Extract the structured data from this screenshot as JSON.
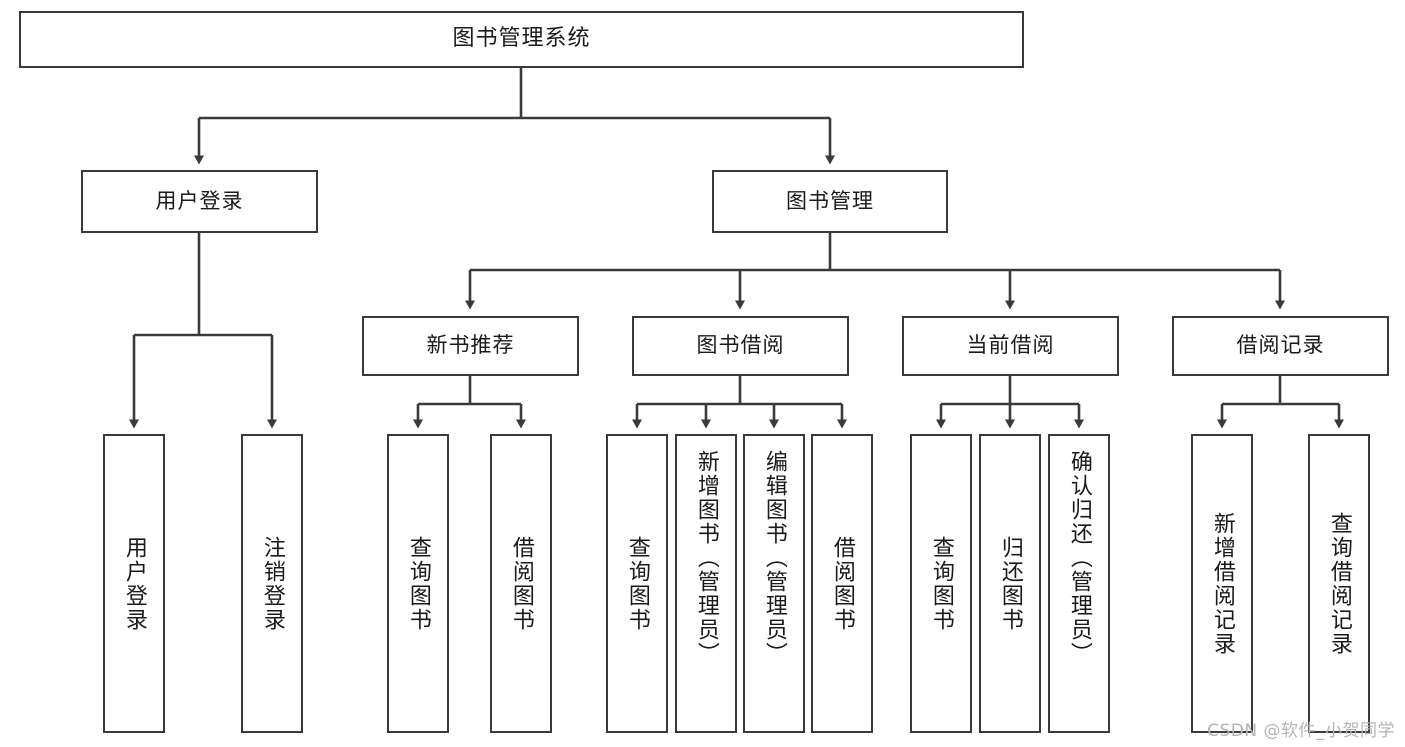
{
  "diagram": {
    "type": "tree-hierarchy-chart",
    "title": "图书管理系统",
    "orientation": "top-down",
    "line_color": "#3a3a3a",
    "box_fill": "#ffffff",
    "text_color": "#1a1a1a"
  },
  "root": {
    "label": "图书管理系统"
  },
  "level1": [
    {
      "label": "用户登录"
    },
    {
      "label": "图书管理"
    }
  ],
  "level2": [
    {
      "label": "新书推荐"
    },
    {
      "label": "图书借阅"
    },
    {
      "label": "当前借阅"
    },
    {
      "label": "借阅记录"
    }
  ],
  "leaves": {
    "user_login": [
      {
        "label": "用户登录"
      },
      {
        "label": "注销登录"
      }
    ],
    "new_book_recommend": [
      {
        "label": "查询图书"
      },
      {
        "label": "借阅图书"
      }
    ],
    "book_borrow": [
      {
        "label": "查询图书"
      },
      {
        "label": "新增图书（管理员）"
      },
      {
        "label": "编辑图书（管理员）"
      },
      {
        "label": "借阅图书"
      }
    ],
    "current_borrow": [
      {
        "label": "查询图书"
      },
      {
        "label": "归还图书"
      },
      {
        "label": "确认归还（管理员）"
      }
    ],
    "borrow_record": [
      {
        "label": "新增借阅记录"
      },
      {
        "label": "查询借阅记录"
      }
    ]
  },
  "watermark": {
    "text": "CSDN @软件_小贺同学"
  }
}
